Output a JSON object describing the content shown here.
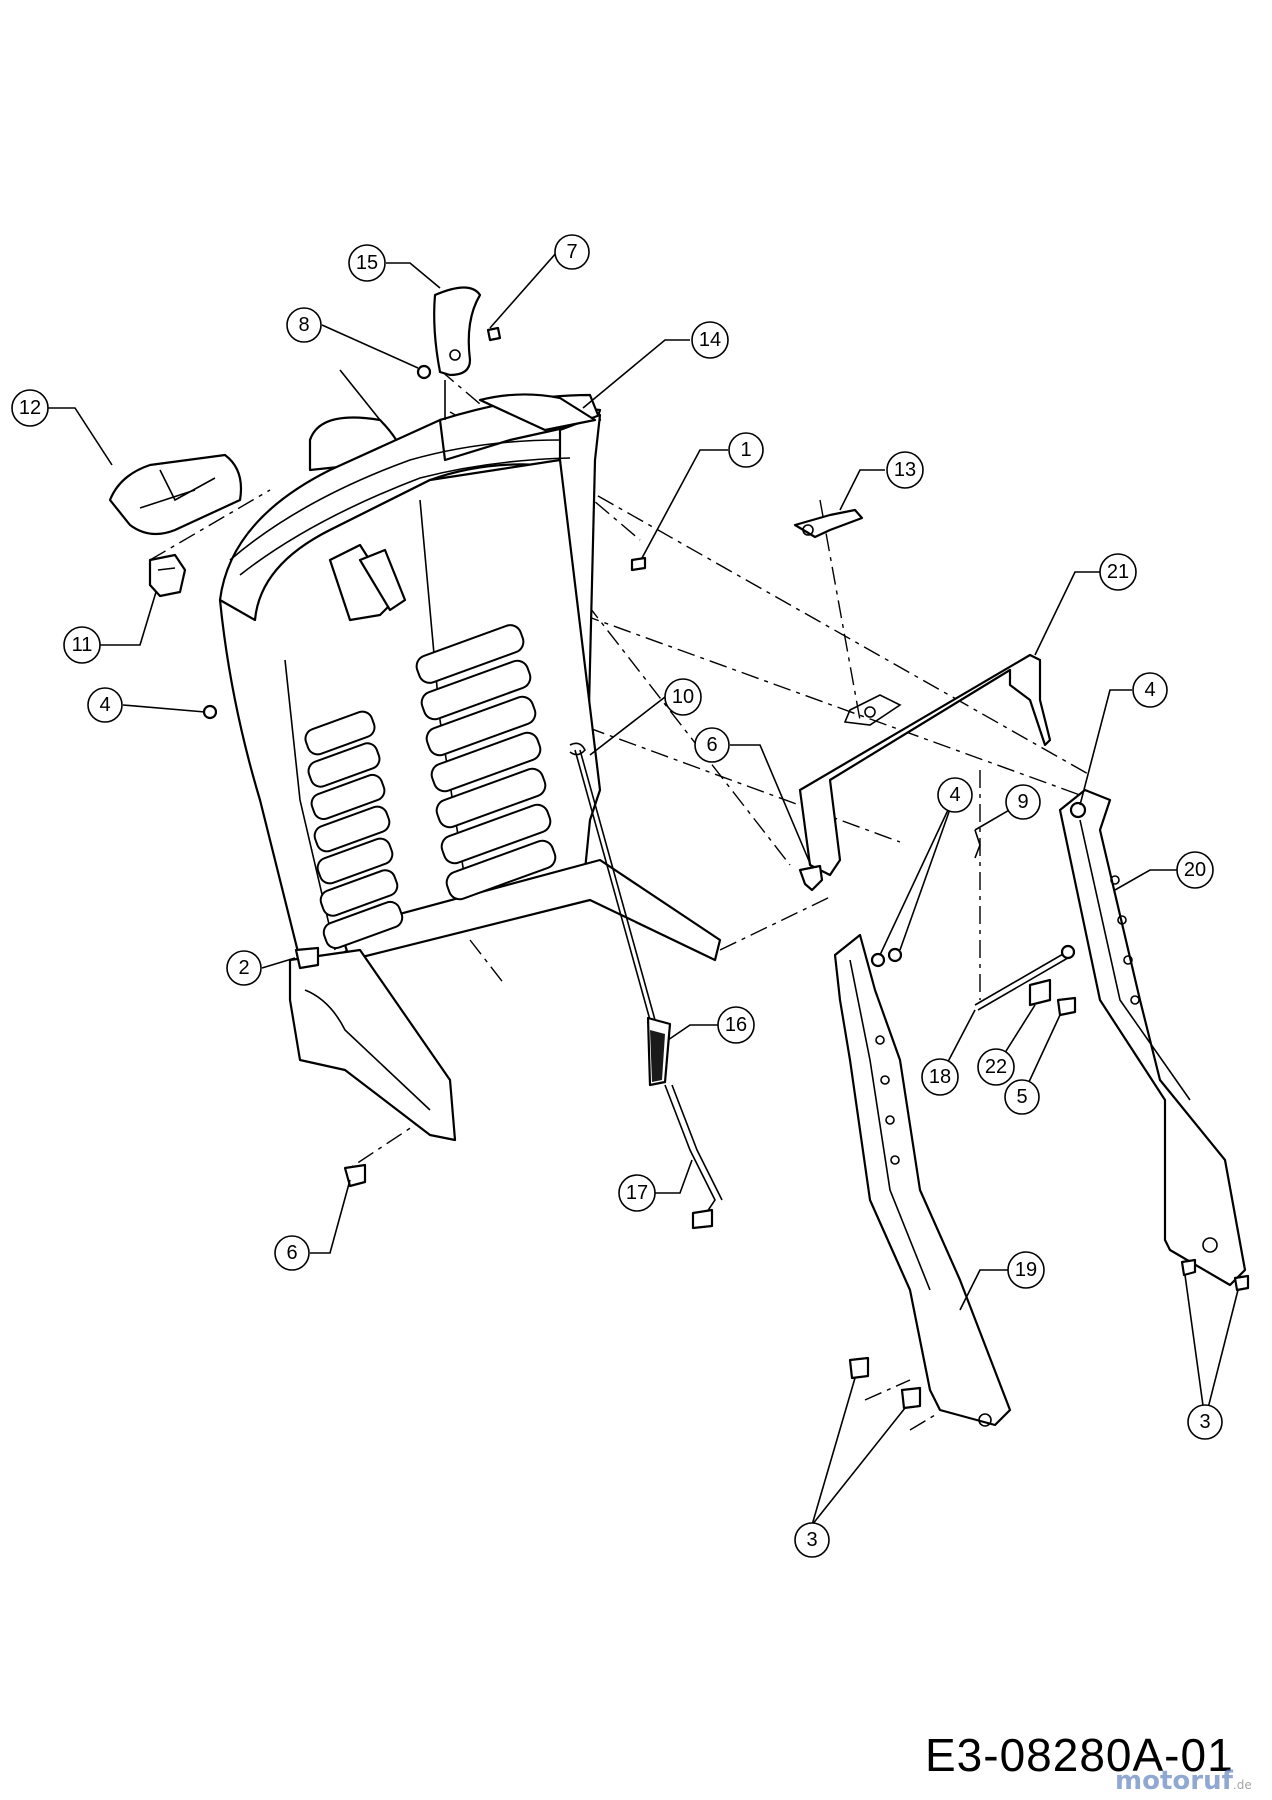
{
  "drawing_code": "E3-08280A-01",
  "watermark": {
    "brand": "motoruf",
    "tld": ".de"
  },
  "callouts": [
    {
      "id": "c15",
      "label": "15"
    },
    {
      "id": "c7",
      "label": "7"
    },
    {
      "id": "c8",
      "label": "8"
    },
    {
      "id": "c14",
      "label": "14"
    },
    {
      "id": "c12",
      "label": "12"
    },
    {
      "id": "c1",
      "label": "1"
    },
    {
      "id": "c13",
      "label": "13"
    },
    {
      "id": "c11",
      "label": "11"
    },
    {
      "id": "c21",
      "label": "21"
    },
    {
      "id": "c4a",
      "label": "4"
    },
    {
      "id": "c10",
      "label": "10"
    },
    {
      "id": "c6a",
      "label": "6"
    },
    {
      "id": "c4b",
      "label": "4"
    },
    {
      "id": "c4c",
      "label": "4"
    },
    {
      "id": "c9",
      "label": "9"
    },
    {
      "id": "c20",
      "label": "20"
    },
    {
      "id": "c2",
      "label": "2"
    },
    {
      "id": "c16",
      "label": "16"
    },
    {
      "id": "c18",
      "label": "18"
    },
    {
      "id": "c22",
      "label": "22"
    },
    {
      "id": "c5",
      "label": "5"
    },
    {
      "id": "c17",
      "label": "17"
    },
    {
      "id": "c6b",
      "label": "6"
    },
    {
      "id": "c19",
      "label": "19"
    },
    {
      "id": "c3a",
      "label": "3"
    },
    {
      "id": "c3b",
      "label": "3"
    }
  ]
}
